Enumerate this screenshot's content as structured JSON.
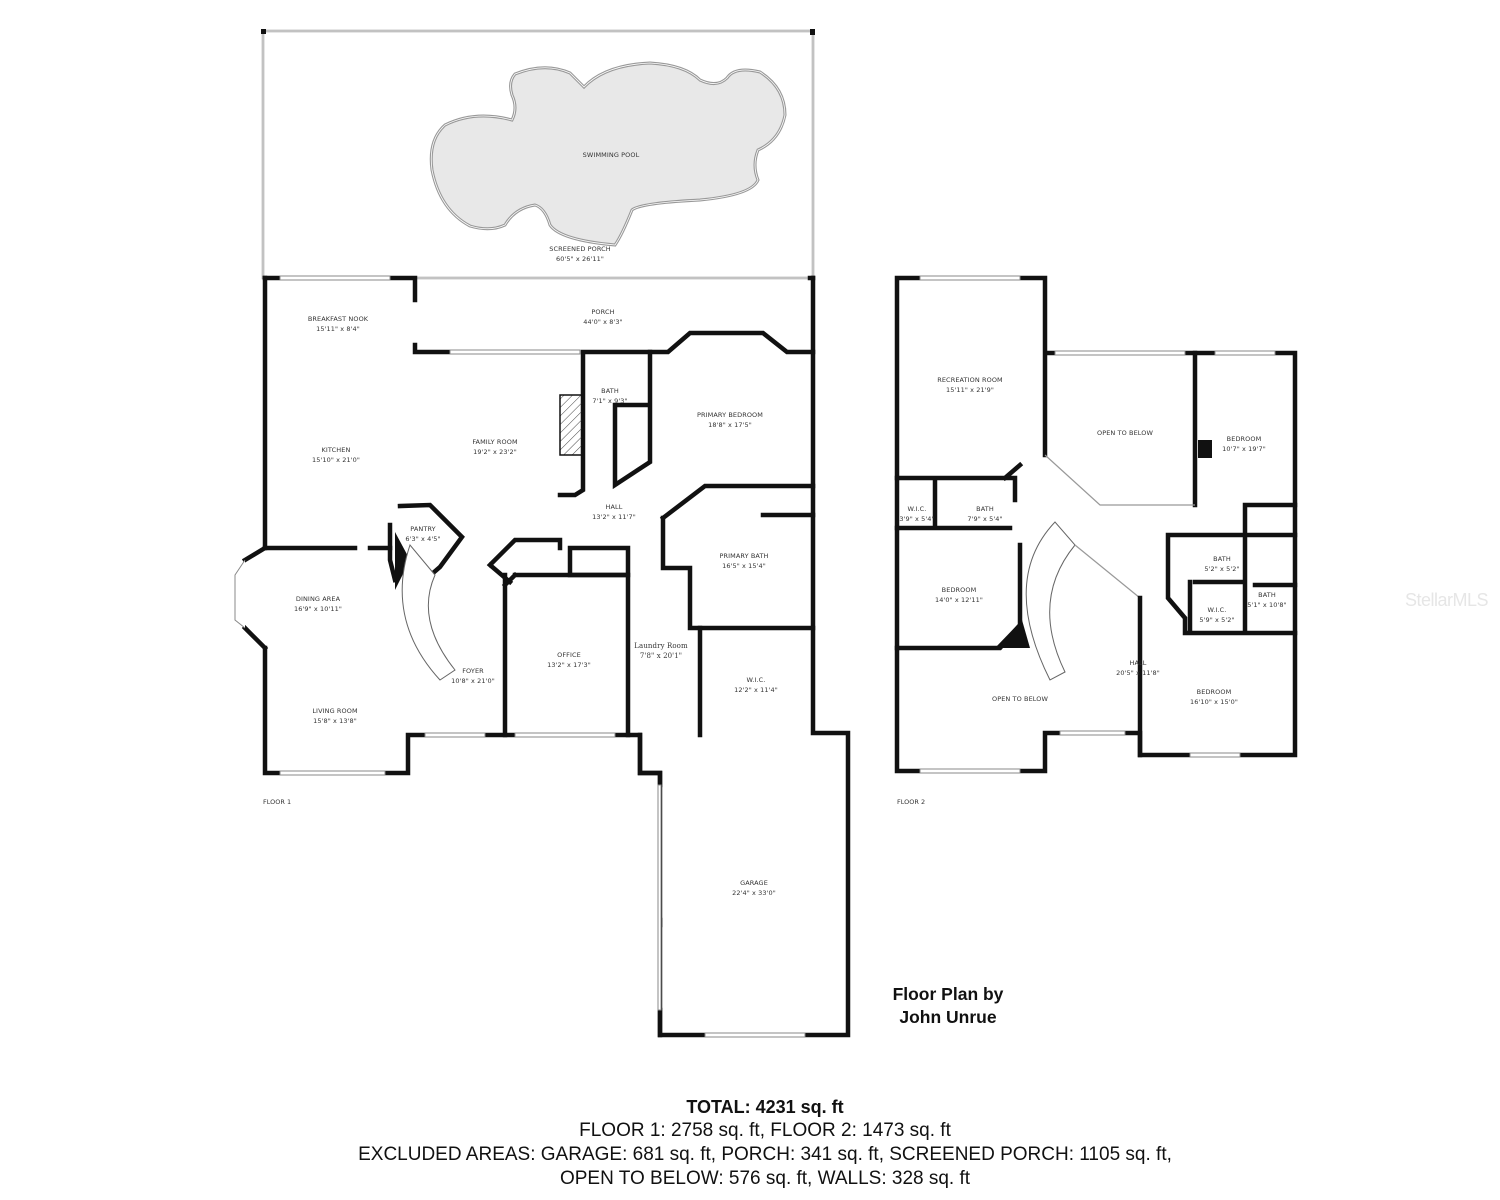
{
  "floor1": {
    "label": "FLOOR 1",
    "rooms": [
      {
        "name": "SWIMMING POOL",
        "dims": ""
      },
      {
        "name": "SCREENED PORCH",
        "dims": "60'5\" x 26'11\""
      },
      {
        "name": "BREAKFAST NOOK",
        "dims": "15'11\" x 8'4\""
      },
      {
        "name": "PORCH",
        "dims": "44'0\" x 8'3\""
      },
      {
        "name": "BATH",
        "dims": "7'1\" x 9'3\""
      },
      {
        "name": "PRIMARY BEDROOM",
        "dims": "18'8\" x 17'5\""
      },
      {
        "name": "KITCHEN",
        "dims": "15'10\" x 21'0\""
      },
      {
        "name": "FAMILY ROOM",
        "dims": "19'2\" x 23'2\""
      },
      {
        "name": "HALL",
        "dims": "13'2\" x 11'7\""
      },
      {
        "name": "PANTRY",
        "dims": "6'3\" x 4'5\""
      },
      {
        "name": "PRIMARY BATH",
        "dims": "16'5\" x 15'4\""
      },
      {
        "name": "DINING AREA",
        "dims": "16'9\" x 10'11\""
      },
      {
        "name": "OFFICE",
        "dims": "13'2\" x 17'3\""
      },
      {
        "name": "Laundry Room",
        "dims": "7'8\" x 20'1\""
      },
      {
        "name": "FOYER",
        "dims": "10'8\" x 21'0\""
      },
      {
        "name": "W.I.C.",
        "dims": "12'2\" x 11'4\""
      },
      {
        "name": "LIVING ROOM",
        "dims": "15'8\" x 13'8\""
      },
      {
        "name": "GARAGE",
        "dims": "22'4\" x 33'0\""
      }
    ]
  },
  "floor2": {
    "label": "FLOOR 2",
    "rooms": [
      {
        "name": "RECREATION ROOM",
        "dims": "15'11\" x 21'9\""
      },
      {
        "name": "OPEN TO BELOW",
        "dims": ""
      },
      {
        "name": "BEDROOM",
        "dims": "10'7\" x 19'7\""
      },
      {
        "name": "W.I.C.",
        "dims": "3'9\" x 5'4\""
      },
      {
        "name": "BATH",
        "dims": "7'9\" x 5'4\""
      },
      {
        "name": "BATH",
        "dims": "5'2\" x 5'2\""
      },
      {
        "name": "BEDROOM",
        "dims": "14'0\" x 12'11\""
      },
      {
        "name": "W.I.C.",
        "dims": "5'9\" x 5'2\""
      },
      {
        "name": "BATH",
        "dims": "5'1\" x 10'8\""
      },
      {
        "name": "HALL",
        "dims": "20'5\" x 11'8\""
      },
      {
        "name": "OPEN TO BELOW",
        "dims": ""
      },
      {
        "name": "BEDROOM",
        "dims": "16'10\" x 15'0\""
      }
    ]
  },
  "credit": {
    "line1": "Floor Plan by",
    "line2": "John Unrue"
  },
  "totals": {
    "total": "TOTAL: 4231 sq. ft",
    "floors": "FLOOR 1: 2758 sq. ft, FLOOR 2: 1473 sq. ft",
    "excluded": "EXCLUDED AREAS: GARAGE: 681 sq. ft, PORCH: 341 sq. ft, SCREENED PORCH: 1105 sq. ft,",
    "excluded2": "OPEN TO BELOW: 576 sq. ft, WALLS: 328 sq. ft"
  },
  "watermark": "StellarMLS",
  "colors": {
    "wall": "#111111",
    "pool_fill": "#e8e8e8",
    "background": "#ffffff"
  }
}
